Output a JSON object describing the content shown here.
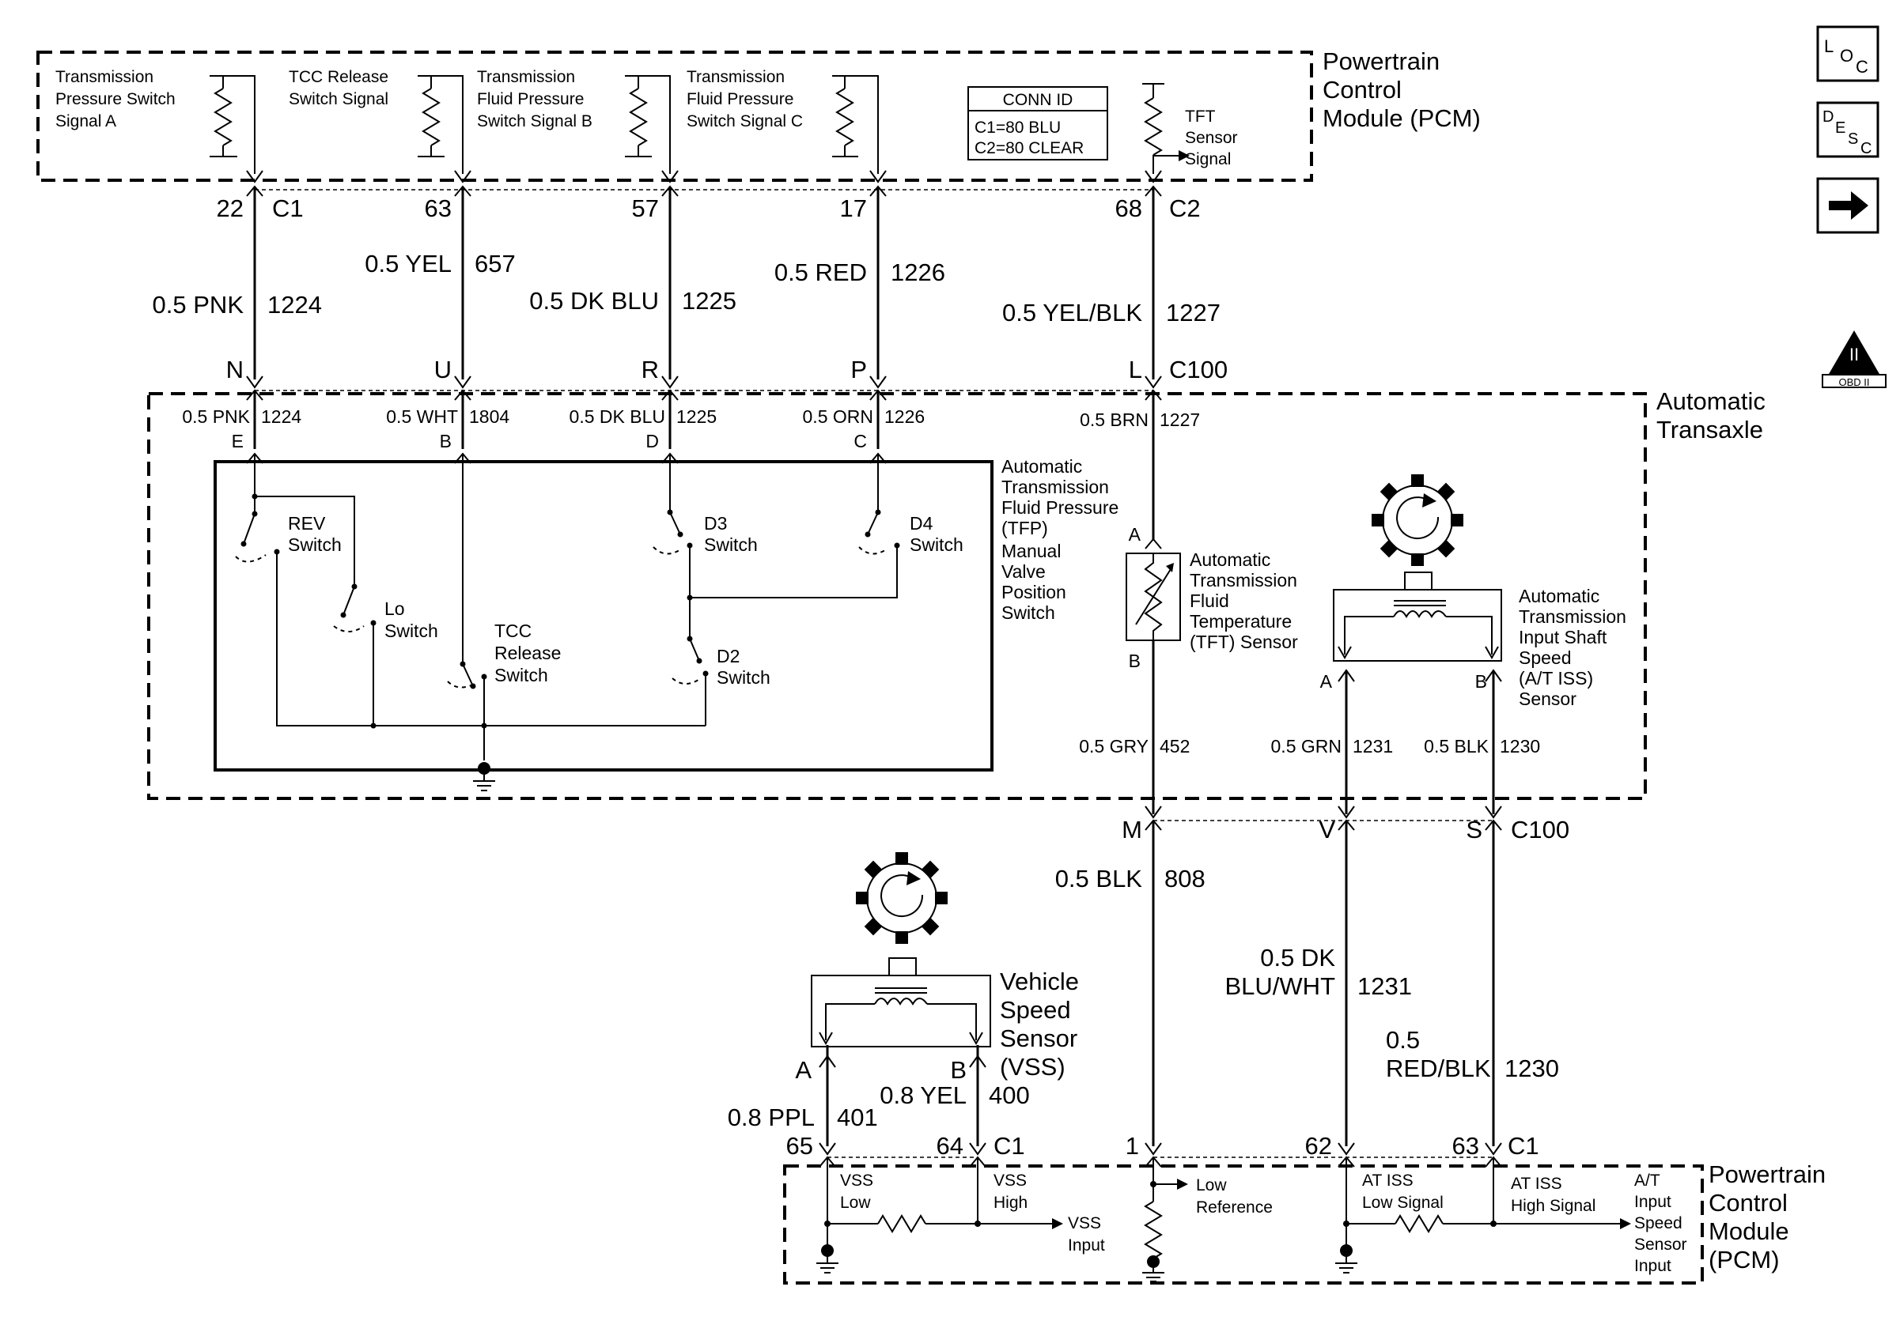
{
  "modules": {
    "pcm_top": [
      "Powertrain",
      "Control",
      "Module (PCM)"
    ],
    "transaxle": [
      "Automatic",
      "Transaxle"
    ],
    "pcm_bottom": [
      "Powertrain",
      "Control",
      "Module",
      "(PCM)"
    ]
  },
  "pcm_signals": {
    "sig_a": [
      "Transmission",
      "Pressure Switch",
      "Signal A"
    ],
    "tcc": [
      "TCC Release",
      "Switch Signal"
    ],
    "sig_b": [
      "Transmission",
      "Fluid Pressure",
      "Switch Signal B"
    ],
    "sig_c": [
      "Transmission",
      "Fluid Pressure",
      "Switch Signal C"
    ],
    "tft": [
      "TFT",
      "Sensor",
      "Signal"
    ]
  },
  "conn_id": {
    "title": "CONN ID",
    "lines": [
      "C1=80 BLU",
      "C2=80 CLEAR"
    ]
  },
  "top_pins": {
    "p22": "22",
    "c1": "C1",
    "p63": "63",
    "p57": "57",
    "p17": "17",
    "p68": "68",
    "c2": "C2"
  },
  "top_wires": {
    "w1224": {
      "color": "0.5 PNK",
      "circuit": "1224"
    },
    "w657": {
      "color": "0.5 YEL",
      "circuit": "657"
    },
    "w1225": {
      "color": "0.5 DK BLU",
      "circuit": "1225"
    },
    "w1226": {
      "color": "0.5 RED",
      "circuit": "1226"
    },
    "w1227": {
      "color": "0.5 YEL/BLK",
      "circuit": "1227"
    }
  },
  "c100_top": {
    "N": "N",
    "U": "U",
    "R": "R",
    "P": "P",
    "L": "L",
    "name": "C100"
  },
  "trans_wires": {
    "e": {
      "color": "0.5 PNK",
      "circuit": "1224",
      "pin": "E"
    },
    "b": {
      "color": "0.5 WHT",
      "circuit": "1804",
      "pin": "B"
    },
    "d": {
      "color": "0.5 DK BLU",
      "circuit": "1225",
      "pin": "D"
    },
    "c": {
      "color": "0.5 ORN",
      "circuit": "1226",
      "pin": "C"
    },
    "brn": {
      "color": "0.5 BRN",
      "circuit": "1227"
    }
  },
  "switches": {
    "rev": [
      "REV",
      "Switch"
    ],
    "lo": [
      "Lo",
      "Switch"
    ],
    "tcc": [
      "TCC",
      "Release",
      "Switch"
    ],
    "d3": [
      "D3",
      "Switch"
    ],
    "d4": [
      "D4",
      "Switch"
    ],
    "d2": [
      "D2",
      "Switch"
    ]
  },
  "tfp_label": [
    "Automatic",
    "Transmission",
    "Fluid Pressure",
    "(TFP)",
    "Manual",
    "Valve",
    "Position",
    "Switch"
  ],
  "tft_sensor": {
    "label": [
      "Automatic",
      "Transmission",
      "Fluid",
      "Temperature",
      "(TFT) Sensor"
    ],
    "pin_a": "A",
    "pin_b": "B"
  },
  "iss_sensor": {
    "label": [
      "Automatic",
      "Transmission",
      "Input Shaft",
      "Speed",
      "(A/T ISS)",
      "Sensor"
    ],
    "pin_a": "A",
    "pin_b": "B"
  },
  "mid_wires": {
    "gry": {
      "color": "0.5 GRY",
      "circuit": "452"
    },
    "grn": {
      "color": "0.5 GRN",
      "circuit": "1231"
    },
    "blk": {
      "color": "0.5 BLK",
      "circuit": "1230"
    }
  },
  "c100_bottom": {
    "M": "M",
    "V": "V",
    "S": "S",
    "name": "C100"
  },
  "lower_wires": {
    "w808": {
      "color": "0.5 BLK",
      "circuit": "808"
    },
    "w1231": {
      "color": [
        "0.5 DK",
        "BLU/WHT"
      ],
      "circuit": "1231"
    },
    "w1230": {
      "color": [
        "0.5",
        "RED/BLK"
      ],
      "circuit": "1230"
    },
    "w401": {
      "color": "0.8 PPL",
      "circuit": "401"
    },
    "w400": {
      "color": "0.8 YEL",
      "circuit": "400"
    }
  },
  "vss": {
    "label": [
      "Vehicle",
      "Speed",
      "Sensor",
      "(VSS)"
    ],
    "pin_a": "A",
    "pin_b": "B"
  },
  "bottom_pins": {
    "p65": "65",
    "p64": "64",
    "c1a": "C1",
    "p1": "1",
    "p62": "62",
    "p63": "63",
    "c1b": "C1"
  },
  "pcm_bottom_signals": {
    "vss_low": [
      "VSS",
      "Low"
    ],
    "vss_high": [
      "VSS",
      "High"
    ],
    "vss_input": [
      "VSS",
      "Input"
    ],
    "low_ref": [
      "Low",
      "Reference"
    ],
    "iss_low": [
      "AT ISS",
      "Low Signal"
    ],
    "iss_high": [
      "AT ISS",
      "High Signal"
    ],
    "iss_input": [
      "A/T",
      "Input",
      "Speed",
      "Sensor",
      "Input"
    ]
  },
  "side_icons": {
    "loc": [
      "L",
      "O",
      "C"
    ],
    "desc": [
      "D",
      "E",
      "S",
      "C"
    ],
    "obd": "OBD II",
    "obd_mark": "II"
  }
}
